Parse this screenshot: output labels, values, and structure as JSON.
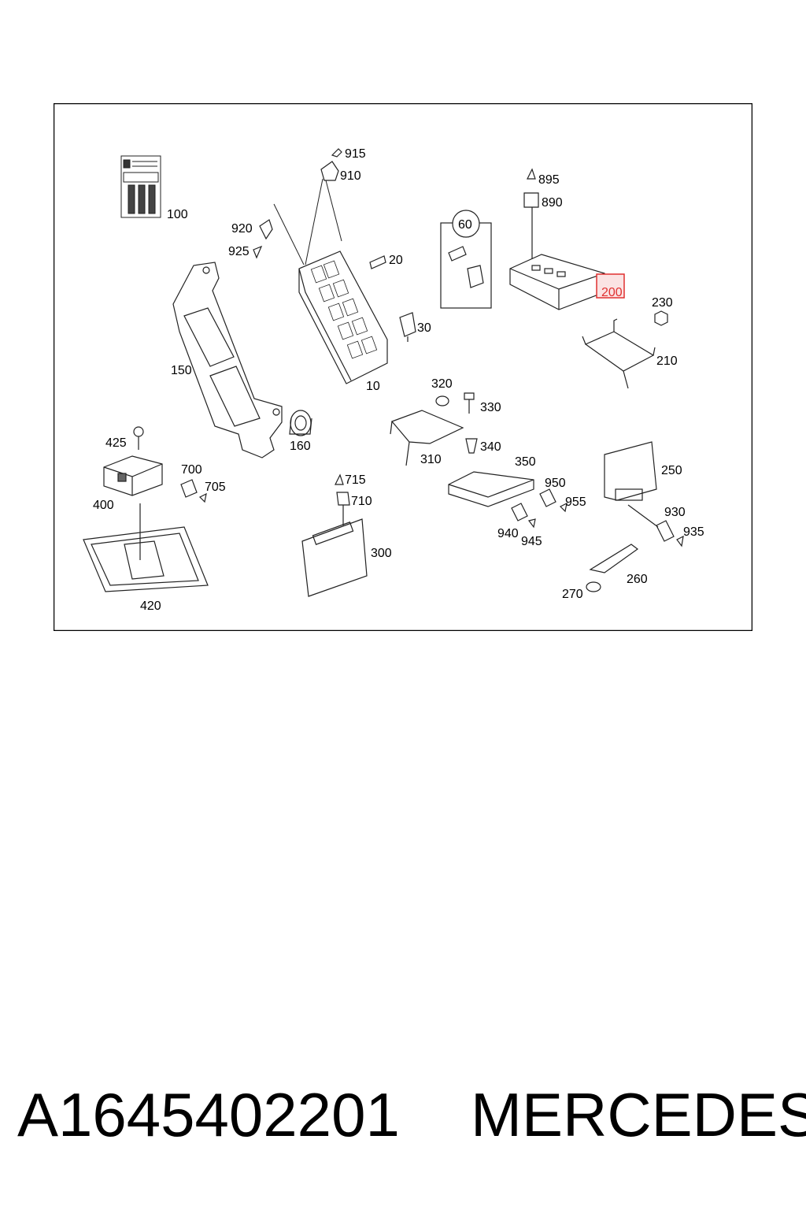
{
  "diagram": {
    "labels": {
      "p10": "10",
      "p20": "20",
      "p30": "30",
      "p60": "60",
      "p100": "100",
      "p150": "150",
      "p160": "160",
      "p200": "200",
      "p210": "210",
      "p230": "230",
      "p250": "250",
      "p260": "260",
      "p270": "270",
      "p300": "300",
      "p310": "310",
      "p320": "320",
      "p330": "330",
      "p340": "340",
      "p350": "350",
      "p400": "400",
      "p420": "420",
      "p425": "425",
      "p700": "700",
      "p705": "705",
      "p710": "710",
      "p715": "715",
      "p890": "890",
      "p895": "895",
      "p910": "910",
      "p915": "915",
      "p920": "920",
      "p925": "925",
      "p930": "930",
      "p935": "935",
      "p940": "940",
      "p945": "945",
      "p950": "950",
      "p955": "955"
    },
    "highlighted_part": "200",
    "highlight_color": "#e03030"
  },
  "footer": {
    "part_number": "A1645402201",
    "brand": "MERCEDES"
  }
}
